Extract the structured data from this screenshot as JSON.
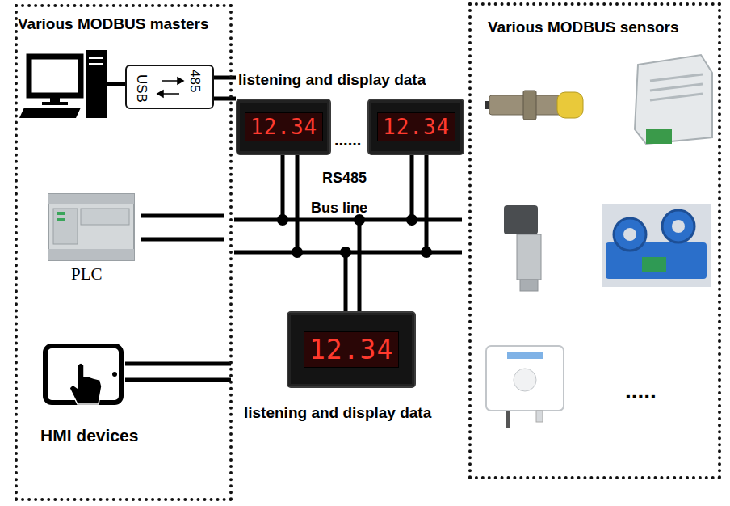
{
  "diagram": {
    "nodes": [
      {
        "text": [
          "Various MODBUS masters"
        ]
      },
      {
        "text": [
          "485",
          "USB"
        ],
        "in": 0
      },
      {
        "text": [
          "PLC"
        ],
        "in": 0
      },
      {
        "text": [
          "HMI devices"
        ],
        "in": 0
      },
      {
        "text": [
          "12.34"
        ]
      },
      {
        "text": [
          "12.34"
        ]
      },
      {
        "text": [
          "12.34"
        ]
      },
      {
        "text": [
          "Various MODBUS sensors"
        ]
      }
    ],
    "labels": [
      "listening and display data",
      "......",
      "RS485",
      "Bus line",
      "listening and display data",
      "....."
    ]
  }
}
